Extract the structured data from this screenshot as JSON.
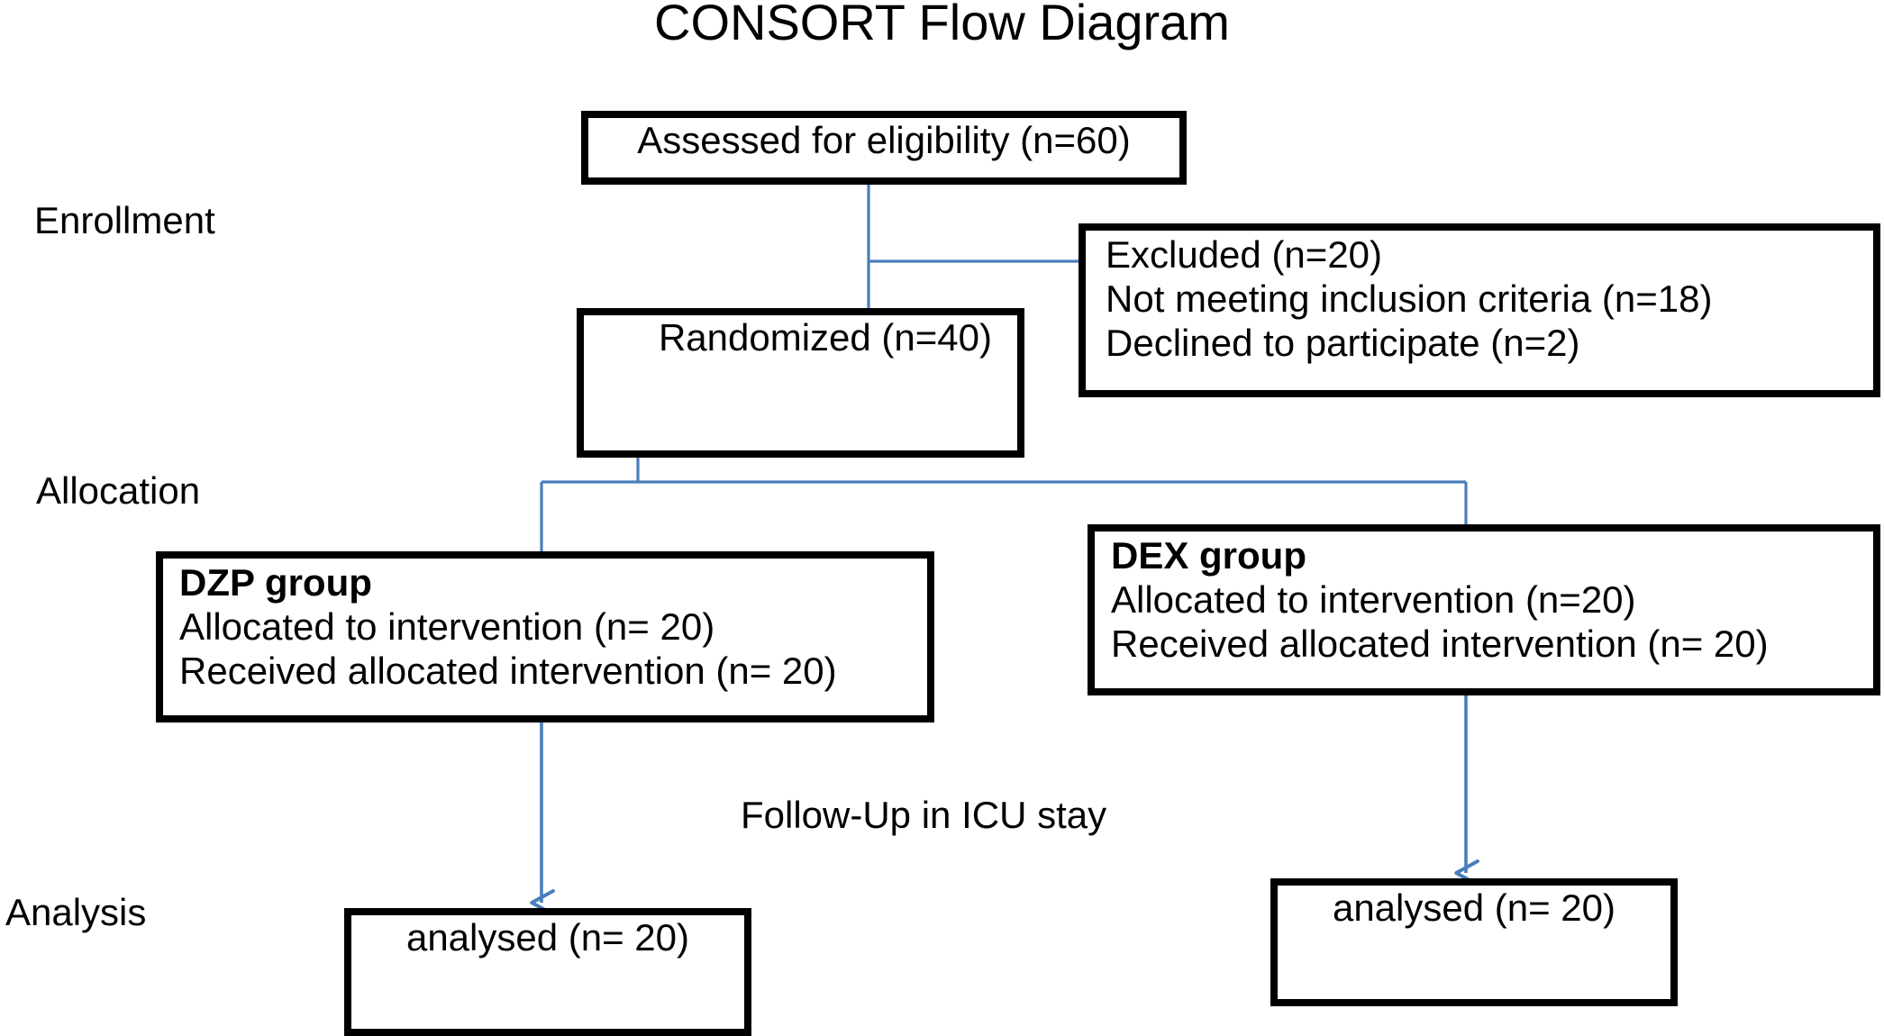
{
  "title": "CONSORT Flow Diagram",
  "stage_labels": [
    {
      "id": "enrollment",
      "label": "Enrollment"
    },
    {
      "id": "allocation",
      "label": "Allocation"
    },
    {
      "id": "analysis",
      "label": "Analysis"
    }
  ],
  "notes": {
    "followup": "Follow-Up in ICU stay"
  },
  "boxes": {
    "assessed": {
      "lines": [
        "Assessed for eligibility (n=60)"
      ]
    },
    "excluded": {
      "lines": [
        "Excluded (n=20)",
        "Not meeting inclusion criteria (n=18)",
        "Declined to participate (n=2)"
      ]
    },
    "randomized": {
      "lines": [
        "Randomized (n=40)"
      ]
    },
    "dzp": {
      "heading": "DZP group",
      "lines": [
        "Allocated to intervention (n= 20)",
        "Received allocated intervention (n= 20)"
      ]
    },
    "dex": {
      "heading": "DEX group",
      "lines": [
        "Allocated to intervention (n=20)",
        "Received allocated intervention (n= 20)"
      ]
    },
    "analysed_dzp": {
      "lines": [
        "analysed (n= 20)"
      ]
    },
    "analysed_dex": {
      "lines": [
        "analysed (n= 20)"
      ]
    }
  },
  "colors": {
    "box_border": "#000000",
    "box_fill": "#ffffff",
    "connector": "#4a7ebb",
    "text": "#000000",
    "background": "#ffffff"
  },
  "chart_data": {
    "type": "diagram",
    "title": "CONSORT Flow Diagram",
    "nodes": [
      {
        "id": "assessed",
        "stage": "Enrollment",
        "text": "Assessed for eligibility (n=60)",
        "n": 60
      },
      {
        "id": "excluded",
        "stage": "Enrollment",
        "text": "Excluded (n=20)",
        "n": 20,
        "reasons": [
          {
            "text": "Not meeting inclusion criteria (n=18)",
            "n": 18
          },
          {
            "text": "Declined to participate (n=2)",
            "n": 2
          }
        ]
      },
      {
        "id": "randomized",
        "stage": "Enrollment",
        "text": "Randomized (n=40)",
        "n": 40
      },
      {
        "id": "dzp",
        "stage": "Allocation",
        "text": "DZP group",
        "allocated": 20,
        "received": 20
      },
      {
        "id": "dex",
        "stage": "Allocation",
        "text": "DEX group",
        "allocated": 20,
        "received": 20
      },
      {
        "id": "analysed_dzp",
        "stage": "Analysis",
        "text": "analysed (n= 20)",
        "n": 20
      },
      {
        "id": "analysed_dex",
        "stage": "Analysis",
        "text": "analysed (n= 20)",
        "n": 20
      }
    ],
    "edges": [
      {
        "from": "assessed",
        "to": "randomized",
        "arrow": false
      },
      {
        "from": "assessed",
        "to": "excluded",
        "arrow": false
      },
      {
        "from": "randomized",
        "to": "dzp",
        "arrow": false
      },
      {
        "from": "randomized",
        "to": "dex",
        "arrow": false
      },
      {
        "from": "dzp",
        "to": "analysed_dzp",
        "arrow": true,
        "label": "Follow-Up in ICU stay"
      },
      {
        "from": "dex",
        "to": "analysed_dex",
        "arrow": true,
        "label": "Follow-Up in ICU stay"
      }
    ]
  }
}
